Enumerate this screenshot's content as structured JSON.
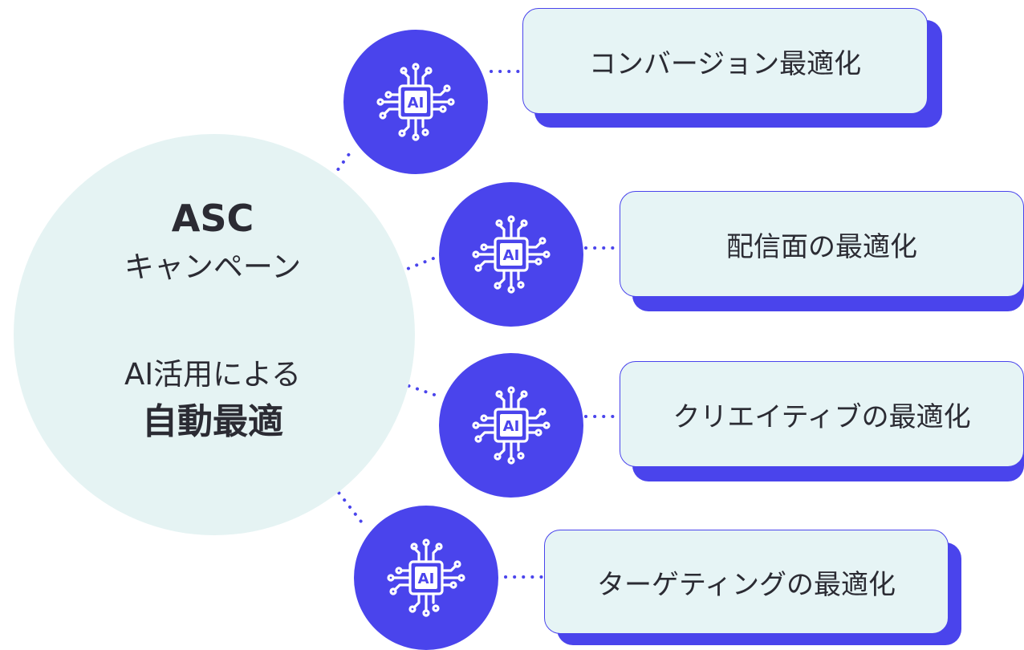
{
  "hub": {
    "title": "ASC",
    "subtitle": "キャンペーン",
    "line3": "AI活用による",
    "line4": "自動最適"
  },
  "node_icon": "ai-chip-icon",
  "node_icon_label": "AI",
  "colors": {
    "accent": "#4a44ec",
    "card_bg": "#e6f4f5",
    "hub_bg": "#e5f3f3",
    "text": "#2b2b33"
  },
  "items": [
    {
      "label": "コンバージョン最適化"
    },
    {
      "label": "配信面の最適化"
    },
    {
      "label": "クリエイティブの最適化"
    },
    {
      "label": "ターゲティングの最適化"
    }
  ]
}
